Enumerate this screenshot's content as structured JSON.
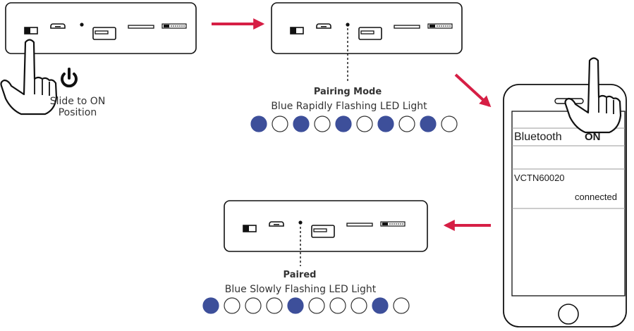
{
  "step1": {
    "caption_line1": "Slide to ON",
    "caption_line2": "Position"
  },
  "step2": {
    "mode_title": "Pairing Mode",
    "mode_desc": "Blue Rapidly Flashing LED Light",
    "led_pattern": [
      1,
      0,
      1,
      0,
      1,
      0,
      1,
      0,
      1,
      0
    ]
  },
  "phone": {
    "bluetooth_label": "Bluetooth",
    "bluetooth_state": "ON",
    "device_name": "VCTN60020",
    "device_status": "connected"
  },
  "step3": {
    "mode_title": "Paired",
    "mode_desc": "Blue Slowly Flashing LED Light",
    "led_pattern": [
      1,
      0,
      0,
      0,
      1,
      0,
      0,
      0,
      1,
      0
    ]
  },
  "colors": {
    "led_on": "#3d4f9a",
    "arrow": "#d61f45",
    "outline": "#1a1a1a"
  },
  "icons": [
    "power-icon",
    "hand-pointer-icon",
    "switch-icon",
    "micro-usb-port-icon",
    "usb-a-port-icon",
    "led-indicator-icon",
    "home-button-icon"
  ]
}
